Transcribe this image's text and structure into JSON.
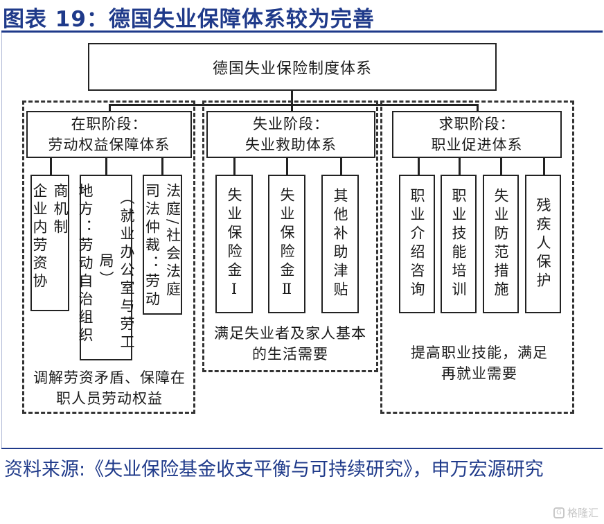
{
  "header": {
    "title": "图表 19：德国失业保障体系较为完善"
  },
  "diagram": {
    "root": "德国失业保险制度体系",
    "stages": [
      {
        "line1": "在职阶段：",
        "line2": "劳动权益保障体系",
        "items": [
          {
            "col1": "企业内劳资协",
            "col2": "商机制"
          },
          {
            "col1": "地方：劳动自治组织",
            "col2": "（就业办公室与劳工局）"
          },
          {
            "col1": "司法仲裁：劳动",
            "col2": "法庭/社会法庭"
          }
        ],
        "desc": "调解劳资矛盾、保障在职人员劳动权益"
      },
      {
        "line1": "失业阶段：",
        "line2": "失业救助体系",
        "items": [
          {
            "text": "失业保险金Ⅰ"
          },
          {
            "text": "失业保险金Ⅱ"
          },
          {
            "text": "其他补助津贴"
          }
        ],
        "desc": "满足失业者及家人基本的生活需要"
      },
      {
        "line1": "求职阶段：",
        "line2": "职业促进体系",
        "items": [
          {
            "text": "职业介绍咨询"
          },
          {
            "text": "职业技能培训"
          },
          {
            "text": "失业防范措施"
          },
          {
            "text": "残疾人保护"
          }
        ],
        "desc": "提高职业技能，满足再就业需要"
      }
    ]
  },
  "footer": {
    "source": "资料来源:《失业保险基金收支平衡与可持续研究》，申万宏源研究",
    "watermark": "格隆汇"
  }
}
